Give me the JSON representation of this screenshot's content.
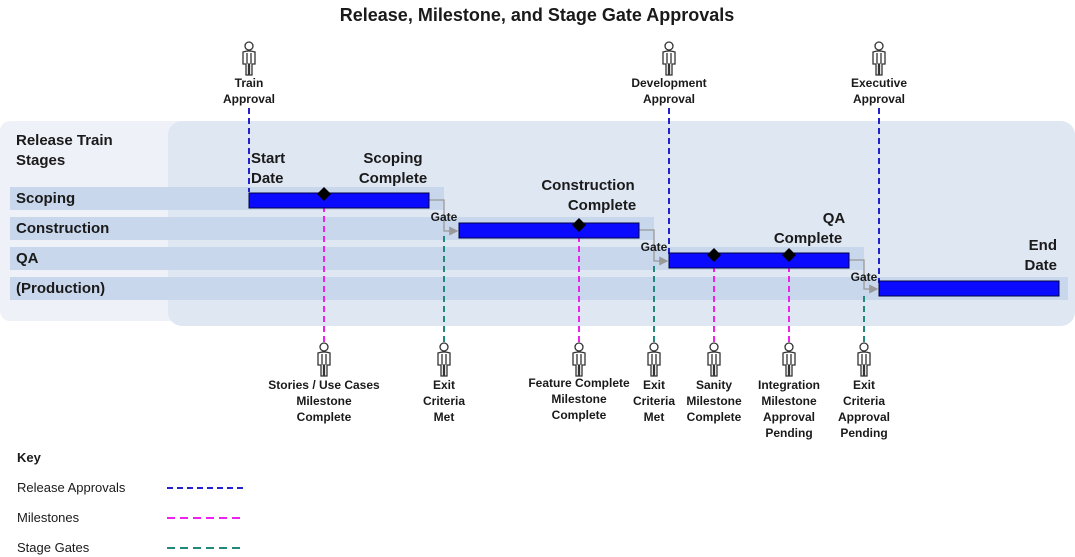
{
  "title": "Release, Milestone, and Stage Gate Approvals",
  "colors": {
    "bar": "#0a0aff",
    "approval": "#2323cc",
    "milestone": "#ee22ee",
    "gate": "#22887a",
    "band": "#dfe7f3",
    "row": "#c9d7ec",
    "panel": "#eef2f8"
  },
  "stages_title": [
    "Release Train",
    "Stages"
  ],
  "stages": [
    "Scoping",
    "Construction",
    "QA",
    "(Production)"
  ],
  "top_labels": {
    "start": [
      "Start",
      "Date"
    ],
    "scoping_complete": [
      "Scoping",
      "Complete"
    ],
    "construction_complete": [
      "Construction",
      "Complete"
    ],
    "qa_complete": [
      "QA",
      "Complete"
    ],
    "end": [
      "End",
      "Date"
    ]
  },
  "gate_label": "Gate",
  "approvals": [
    {
      "icon": "person-icon",
      "lines": [
        "Train",
        "Approval"
      ]
    },
    {
      "icon": "person-icon",
      "lines": [
        "Development",
        "Approval"
      ]
    },
    {
      "icon": "person-icon",
      "lines": [
        "Executive",
        "Approval"
      ]
    }
  ],
  "bottom_labels": [
    {
      "icon": "person-icon",
      "lines": [
        "Stories / Use Cases",
        "Milestone",
        "Complete"
      ]
    },
    {
      "icon": "person-icon",
      "lines": [
        "Exit",
        "Criteria",
        "Met"
      ]
    },
    {
      "icon": "person-icon",
      "lines": [
        "Feature Complete",
        "Milestone",
        "Complete"
      ]
    },
    {
      "icon": "person-icon",
      "lines": [
        "Exit",
        "Criteria",
        "Met"
      ]
    },
    {
      "icon": "person-icon",
      "lines": [
        "Sanity",
        "Milestone",
        "Complete"
      ]
    },
    {
      "icon": "person-icon",
      "lines": [
        "Integration",
        "Milestone",
        "Approval",
        "Pending"
      ]
    },
    {
      "icon": "person-icon",
      "lines": [
        "Exit",
        "Criteria",
        "Approval",
        "Pending"
      ]
    }
  ],
  "key": {
    "title": "Key",
    "items": [
      {
        "label": "Release Approvals",
        "type": "approval"
      },
      {
        "label": "Milestones",
        "type": "milestone"
      },
      {
        "label": "Stage Gates",
        "type": "gate"
      }
    ]
  }
}
